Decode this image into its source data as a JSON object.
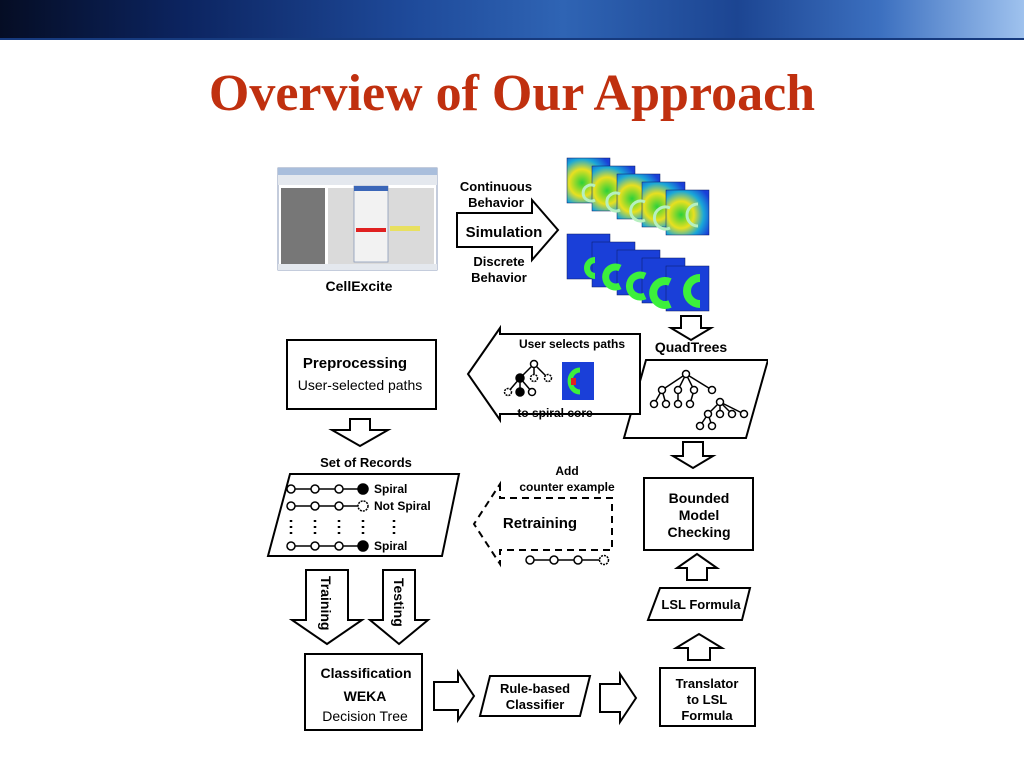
{
  "slide": {
    "title": "Overview of Our Approach"
  },
  "diagram": {
    "cellexcite_label": "CellExcite",
    "continuous_behavior": [
      "Continuous",
      "Behavior"
    ],
    "simulation": "Simulation",
    "discrete_behavior": [
      "Discrete",
      "Behavior"
    ],
    "quadtrees": "QuadTrees",
    "user_selects_paths": "User selects paths",
    "to_spiral_core": "to spiral core",
    "preprocessing_title": "Preprocessing",
    "preprocessing_subtitle": "User-selected paths",
    "set_of_records": "Set of Records",
    "record_labels": [
      "Spiral",
      "Not Spiral",
      "Spiral"
    ],
    "add_counter_example": [
      "Add",
      "counter example"
    ],
    "retraining": "Retraining",
    "bounded_model_checking": [
      "Bounded",
      "Model",
      "Checking"
    ],
    "training": "Training",
    "testing": "Testing",
    "lsl_formula": "LSL Formula",
    "classification_title": "Classification",
    "classification_lines": [
      "WEKA",
      "Decision Tree"
    ],
    "rule_based_classifier": [
      "Rule-based",
      "Classifier"
    ],
    "translator": [
      "Translator",
      "to LSL",
      "Formula"
    ]
  },
  "colors": {
    "title": "#c0300f",
    "sim_blue": "#1a3fd8",
    "sim_green": "#22c23a",
    "sim_bright_green": "#3cf03c",
    "sim_red": "#e02020"
  }
}
